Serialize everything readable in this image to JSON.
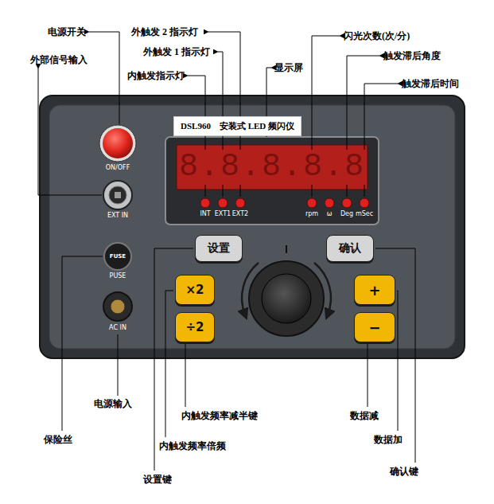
{
  "diagram": {
    "title": "DSL960　安装式 LED 频闪仪",
    "nodes": [
      {
        "text": [
          "设置"
        ]
      },
      {
        "text": [
          "确认"
        ]
      },
      {
        "text": [
          "×2"
        ]
      },
      {
        "text": [
          "÷2"
        ]
      },
      {
        "text": [
          "+"
        ]
      },
      {
        "text": [
          "−"
        ]
      }
    ],
    "labels": [
      "电源开关",
      "外部信号输入",
      "外触发 2 指示灯",
      "外触发 1 指示灯",
      "内触发指示灯",
      "显示屏",
      "闪光次数(次/分)",
      "触发滞后角度",
      "触发滞后时间",
      "ON/OFF",
      "EXT IN",
      "FUSE",
      "PUSE",
      "AC IN",
      "8.8.8.8.8",
      "INT",
      "EXT1",
      "EXT2",
      "rpm",
      "ω",
      "Deg",
      "mSec",
      "电源输入",
      "保险丝",
      "内触发频率减半键",
      "内触发频率倍频",
      "设置键",
      "数据减",
      "数据加",
      "确认键"
    ]
  }
}
